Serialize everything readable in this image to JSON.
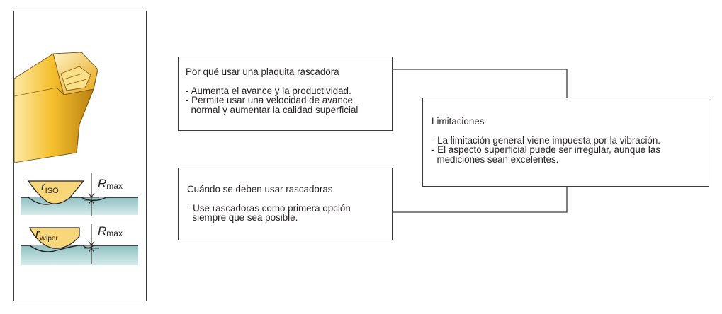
{
  "left_panel": {
    "diagram1": {
      "r_main": "r",
      "r_sub": "ISO",
      "rmax_main": "R",
      "rmax_sub": "max"
    },
    "diagram2": {
      "r_main": "r",
      "r_sub": "Wiper",
      "rmax_main": "R",
      "rmax_sub": "max"
    }
  },
  "boxes": {
    "why": {
      "title": "Por qué usar una plaquita rascadora",
      "lines": [
        "- Aumenta el avance y la productividad.",
        "- Permite usar una velocidad de avance",
        "  normal y aumentar la calidad superficial"
      ]
    },
    "when": {
      "title": "Cuándo se deben usar rascadoras",
      "lines": [
        "- Use rascadoras como primera opción",
        "  siempre que sea posible."
      ]
    },
    "limits": {
      "title": "Limitaciones",
      "lines": [
        "- La limitación general viene impuesta por la vibración.",
        "- El aspecto superficial puede ser irregular, aunque las",
        "  mediciones sean excelentes."
      ]
    }
  },
  "colors": {
    "insert_gold": "#f2b21b",
    "insert_dark": "#a86f10",
    "insert_light": "#fde9a6",
    "workpiece": "#b9dada",
    "workpiece_dark": "#8fbfc0",
    "chip": "#f6d98a",
    "border": "#3a3a3a"
  }
}
